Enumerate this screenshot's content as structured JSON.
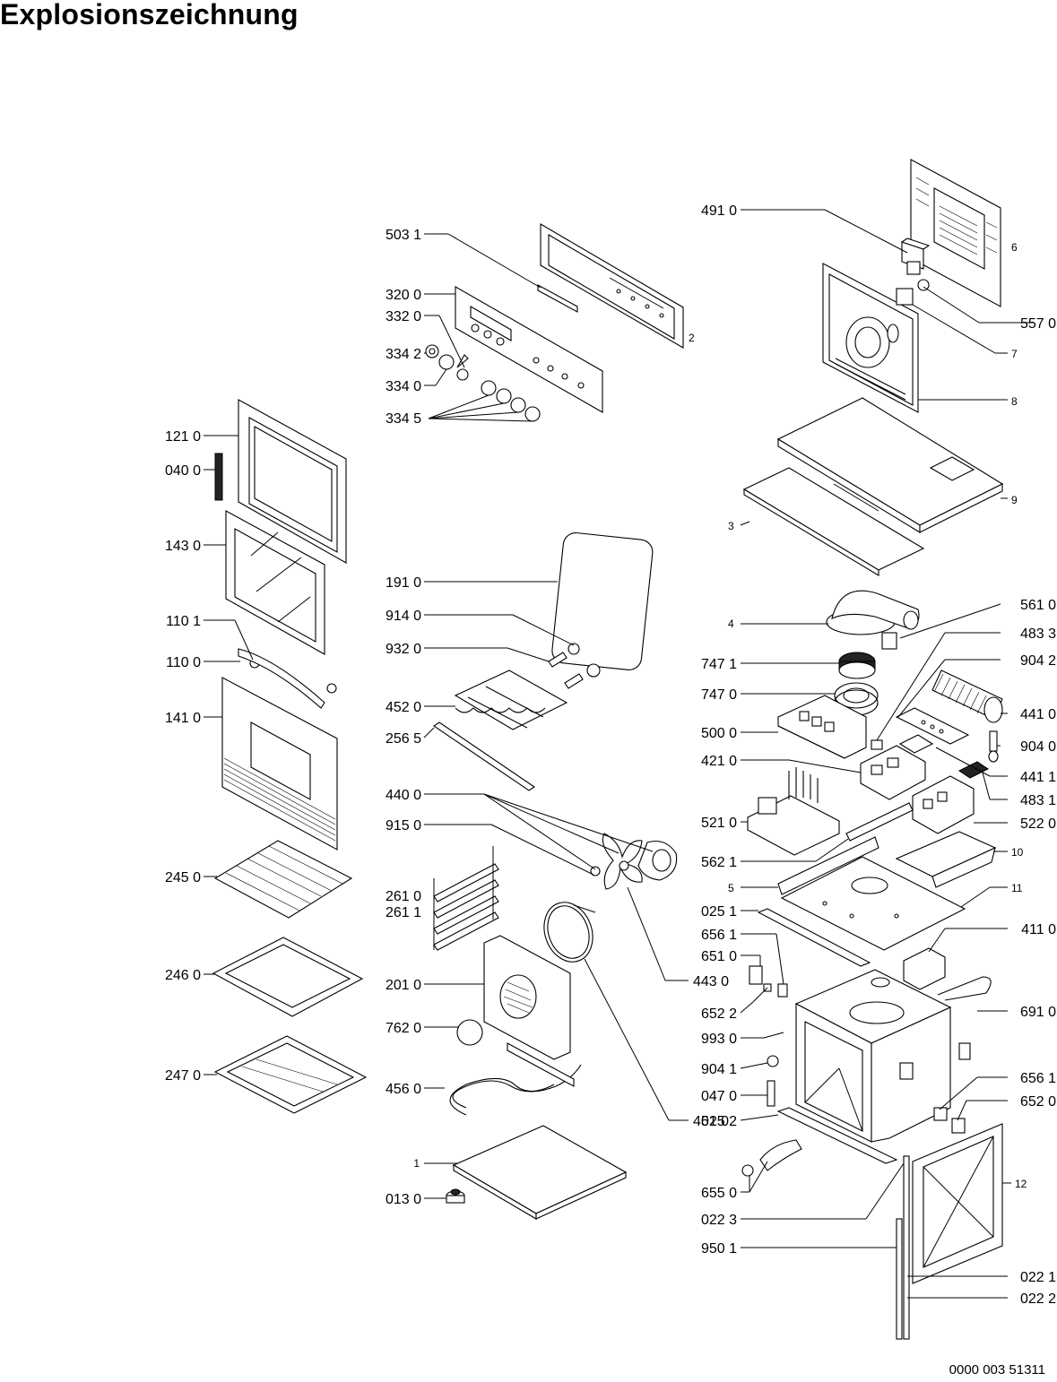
{
  "title": "Explosionszeichnung",
  "document_number": "0000 003 51311",
  "labels": {
    "l5031": "503 1",
    "l3200": "320 0",
    "l3320": "332 0",
    "l3342": "334 2",
    "l3340": "334 0",
    "l3345": "334 5",
    "l2": "2",
    "l4910": "491 0",
    "l6": "6",
    "l5570": "557 0",
    "l7": "7",
    "l8": "8",
    "l9": "9",
    "l3": "3",
    "l1210": "121 0",
    "l0400": "040 0",
    "l1430": "143 0",
    "l1101": "110 1",
    "l1100": "110 0",
    "l1410": "141 0",
    "l2450": "245 0",
    "l2460": "246 0",
    "l2470": "247 0",
    "l1910": "191 0",
    "l9140": "914 0",
    "l9320": "932 0",
    "l4520": "452 0",
    "l2565": "256 5",
    "l4400": "440 0",
    "l9150": "915 0",
    "l2610": "261 0",
    "l2611": "261 1",
    "l2010": "201 0",
    "l7620": "762 0",
    "l4560": "456 0",
    "l1": "1",
    "l0130": "013 0",
    "l4510": "451 0",
    "l4430": "443 0",
    "l4": "4",
    "l5610": "561 0",
    "l7471": "747 1",
    "l4833": "483 3",
    "l9042": "904 2",
    "l7470": "747 0",
    "l4410": "441 0",
    "l5000": "500 0",
    "l9040": "904 0",
    "l4210": "421 0",
    "l4411": "441 1",
    "l4831": "483 1",
    "l5210": "521 0",
    "l5220": "522 0",
    "l10": "10",
    "l5621": "562 1",
    "l5": "5",
    "l11": "11",
    "l0251": "025 1",
    "l4110": "411 0",
    "l6561a": "656 1",
    "l6510": "651 0",
    "l6522": "652 2",
    "l6910": "691 0",
    "l9930": "993 0",
    "l9041": "904 1",
    "l6561b": "656 1",
    "l0470": "047 0",
    "l6520": "652 0",
    "l0252": "025 2",
    "l12": "12",
    "l6550": "655 0",
    "l0223": "022 3",
    "l9501": "950 1",
    "l0221": "022 1",
    "l0222": "022 2"
  }
}
